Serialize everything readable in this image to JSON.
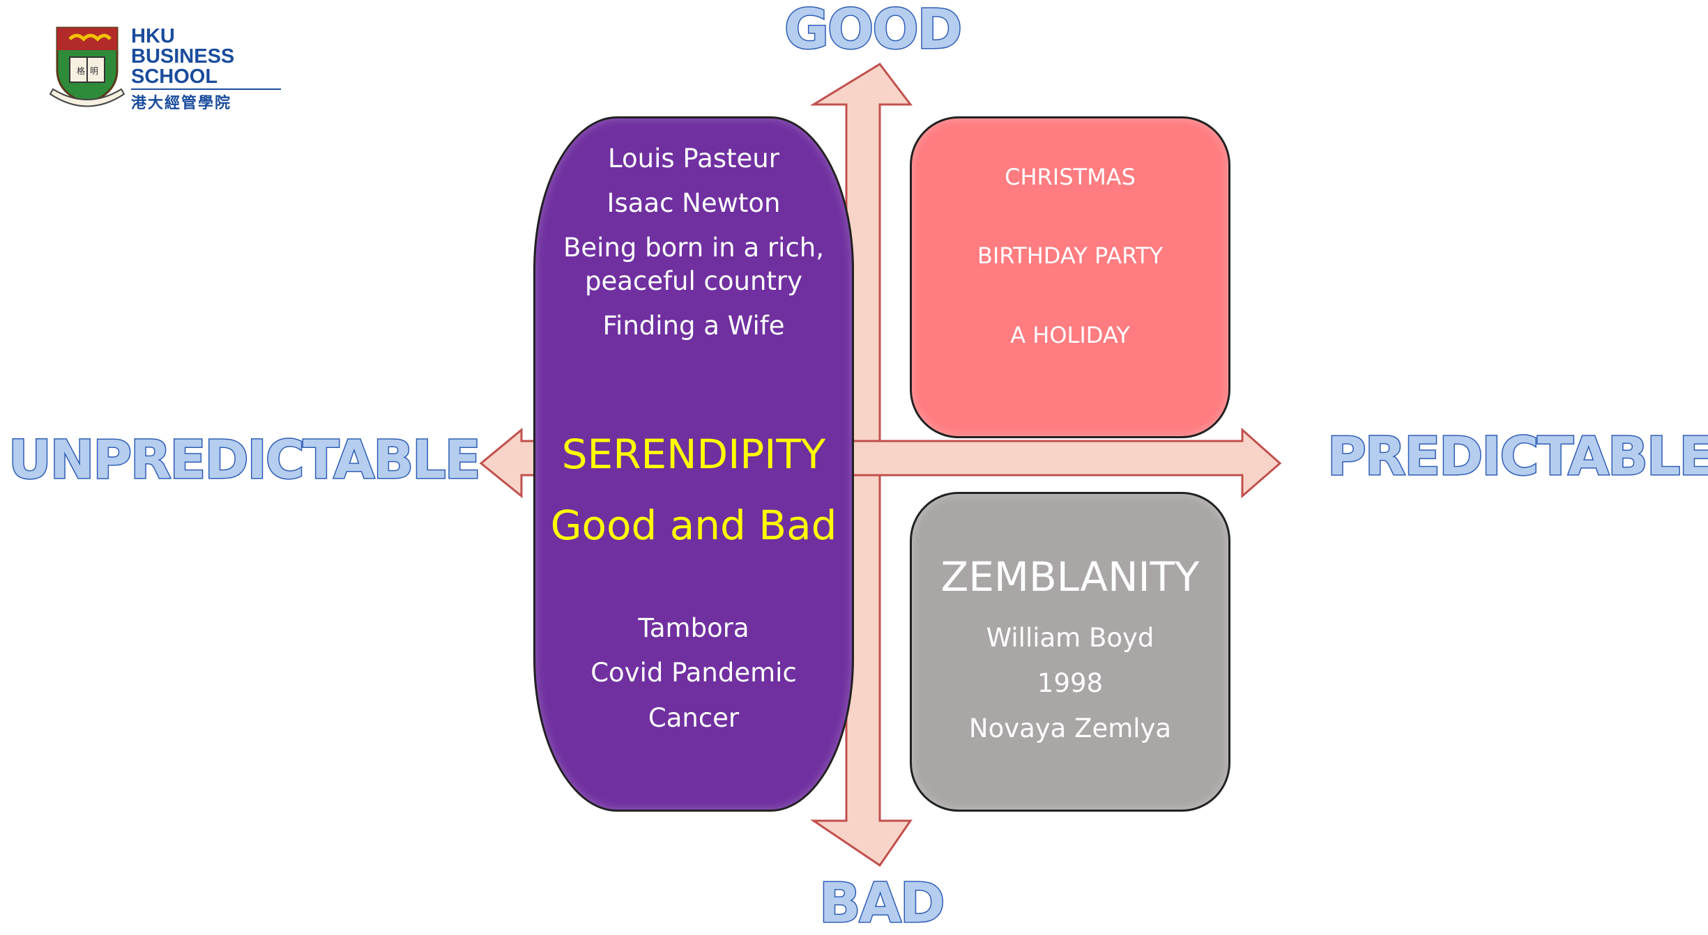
{
  "logo": {
    "line1": "HKU",
    "line2": "BUSINESS",
    "line3": "SCHOOL",
    "chinese": "港大經管學院",
    "crest_icon": "hku-crest-icon"
  },
  "axes": {
    "top": "GOOD",
    "bottom": "BAD",
    "left": "UNPREDICTABLE",
    "right": "PREDICTABLE",
    "arrow_fill": "#f8d4c8",
    "arrow_stroke": "#c0504d"
  },
  "serendipity": {
    "top_items": [
      "Louis Pasteur",
      "Isaac Newton",
      "Being born in a rich,",
      "peaceful country",
      "Finding a Wife"
    ],
    "title": "SERENDIPITY",
    "subtitle": "Good and Bad",
    "bottom_items": [
      "Tambora",
      "Covid Pandemic",
      "Cancer"
    ],
    "color": "#7030a0",
    "accent": "#ffff00"
  },
  "predictable_good": {
    "items": [
      "CHRISTMAS",
      "BIRTHDAY PARTY",
      "A HOLIDAY"
    ],
    "color": "#ff7c80"
  },
  "zemblanity": {
    "title": "ZEMBLANITY",
    "items": [
      "William Boyd",
      "1998",
      "Novaya Zemlya"
    ],
    "color": "#aaa6a6"
  }
}
